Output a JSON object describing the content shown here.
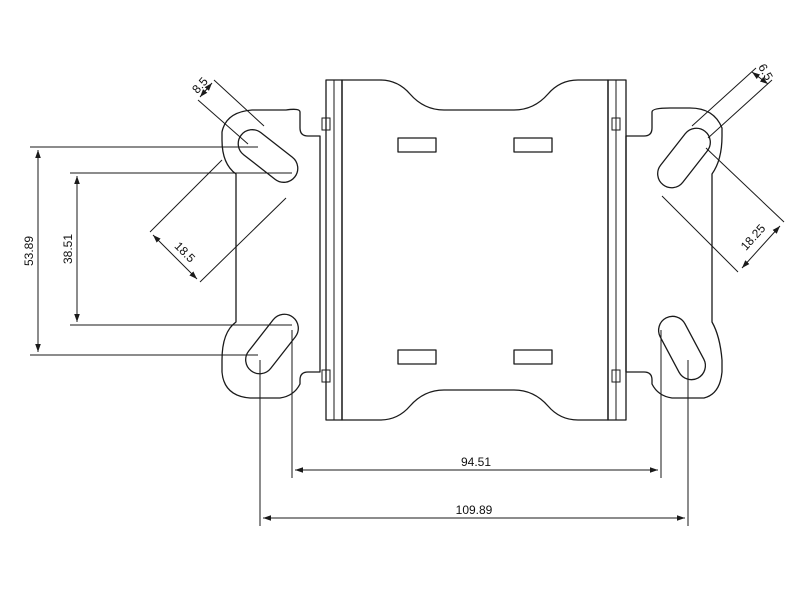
{
  "colors": {
    "line": "#1a1a1a",
    "background": "#ffffff"
  },
  "dimensions": {
    "slot_width_left": "8.5",
    "slot_width_right": "6.5",
    "slot_length_left": "18.5",
    "slot_length_right": "18.25",
    "outer_vertical": "53.89",
    "inner_vertical": "38.51",
    "inner_horizontal": "94.51",
    "outer_horizontal": "109.89"
  }
}
